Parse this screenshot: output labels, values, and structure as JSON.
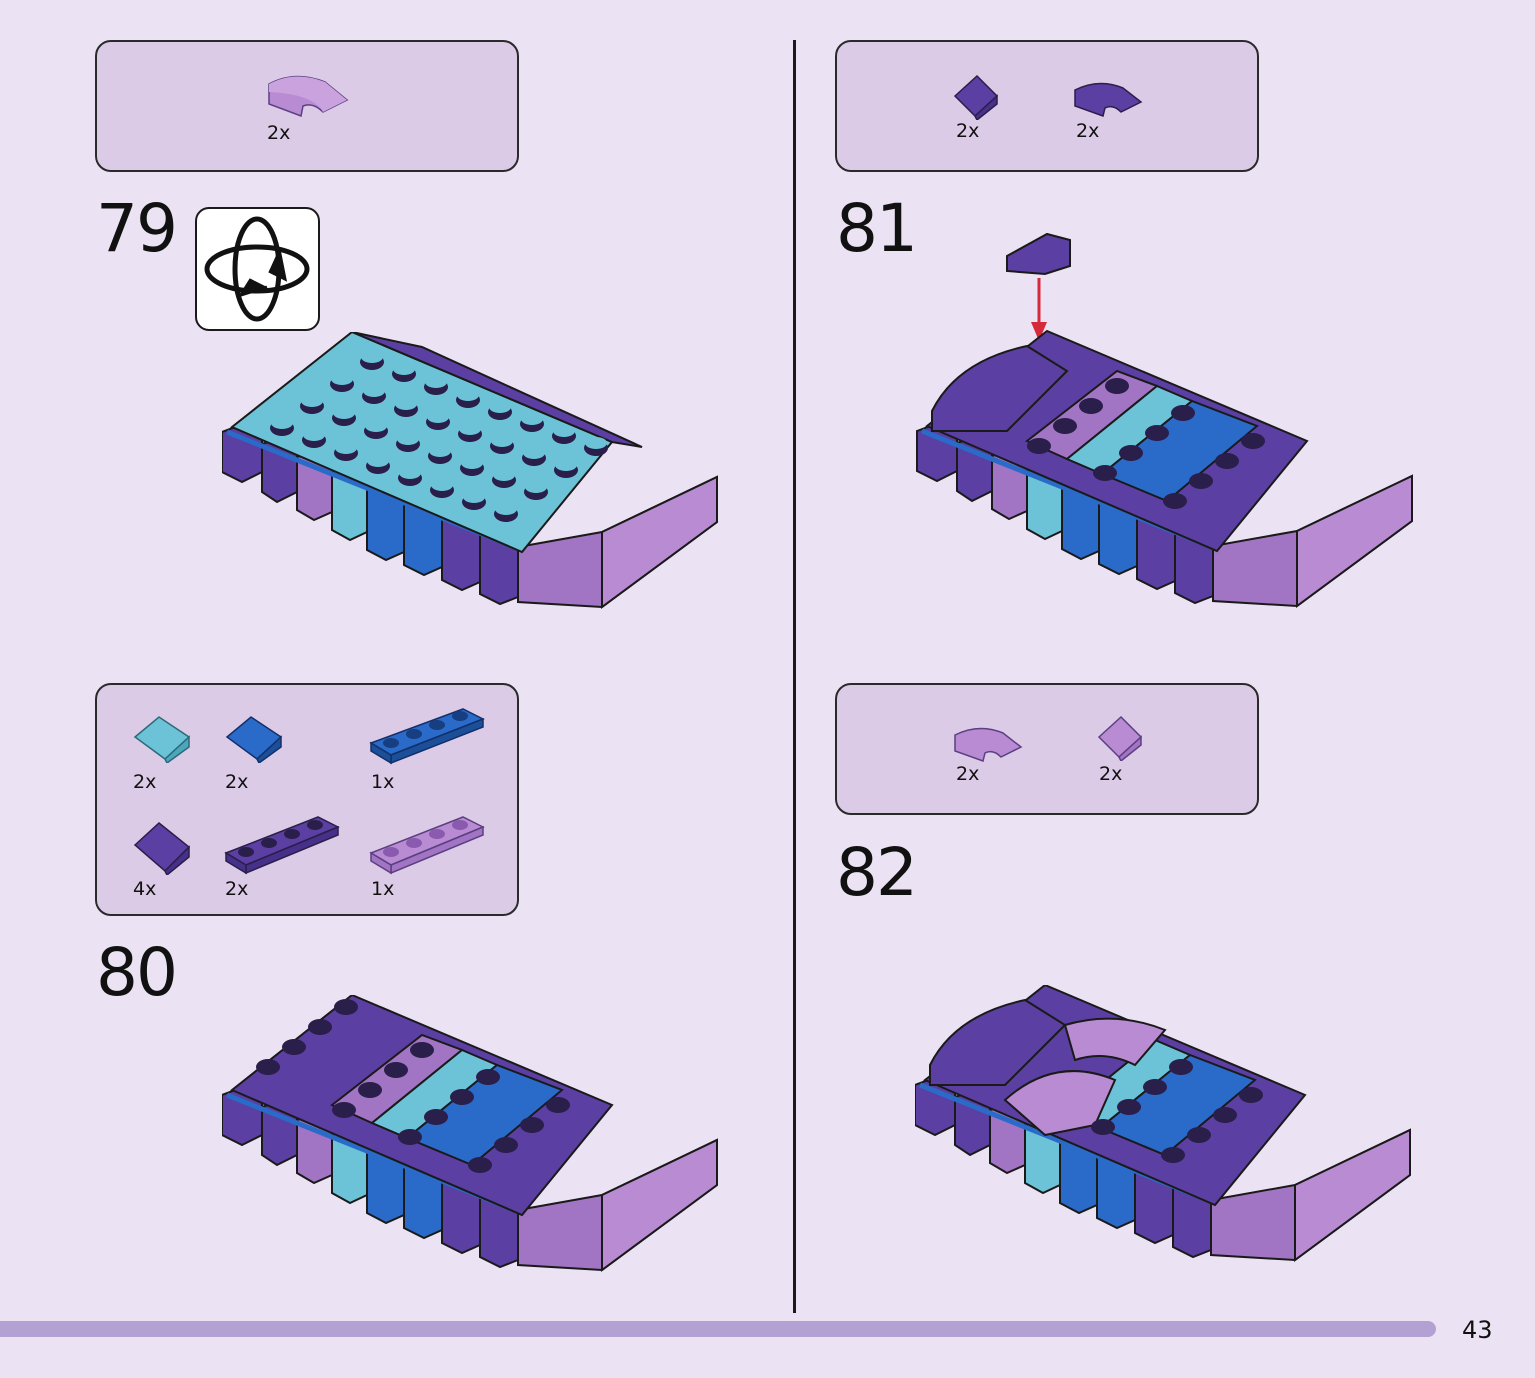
{
  "page_number": "43",
  "colors": {
    "page_bg": "#ebe3f3",
    "callout_bg": "#dccbe6",
    "footer_bar": "#b4a1d3",
    "dark_purple": "#5b3fa2",
    "medium_lavender": "#a274c4",
    "light_lavender": "#b98bd2",
    "medium_azure": "#6cc2d6",
    "blue": "#2a6ac8",
    "red_arrow": "#d62a3a"
  },
  "steps": [
    {
      "number": "79",
      "rotate_icon": "rotate-model-icon",
      "parts": [
        {
          "icon": "curved-slope-lavender-icon",
          "qty": "2x"
        }
      ]
    },
    {
      "number": "80",
      "parts": [
        {
          "icon": "slope-azure-icon",
          "qty": "2x"
        },
        {
          "icon": "slope-blue-icon",
          "qty": "2x"
        },
        {
          "icon": "plate-1x4-blue-icon",
          "qty": "1x"
        },
        {
          "icon": "slope-dark-purple-icon",
          "qty": "4x"
        },
        {
          "icon": "plate-1x4-dark-purple-icon",
          "qty": "2x"
        },
        {
          "icon": "plate-1x4-lavender-icon",
          "qty": "1x"
        }
      ]
    },
    {
      "number": "81",
      "parts": [
        {
          "icon": "slope-dark-purple-icon",
          "qty": "2x"
        },
        {
          "icon": "curved-slope-dark-purple-icon",
          "qty": "2x"
        }
      ]
    },
    {
      "number": "82",
      "parts": [
        {
          "icon": "curved-slope-lavender-icon",
          "qty": "2x"
        },
        {
          "icon": "slope-lavender-icon",
          "qty": "2x"
        }
      ]
    }
  ]
}
